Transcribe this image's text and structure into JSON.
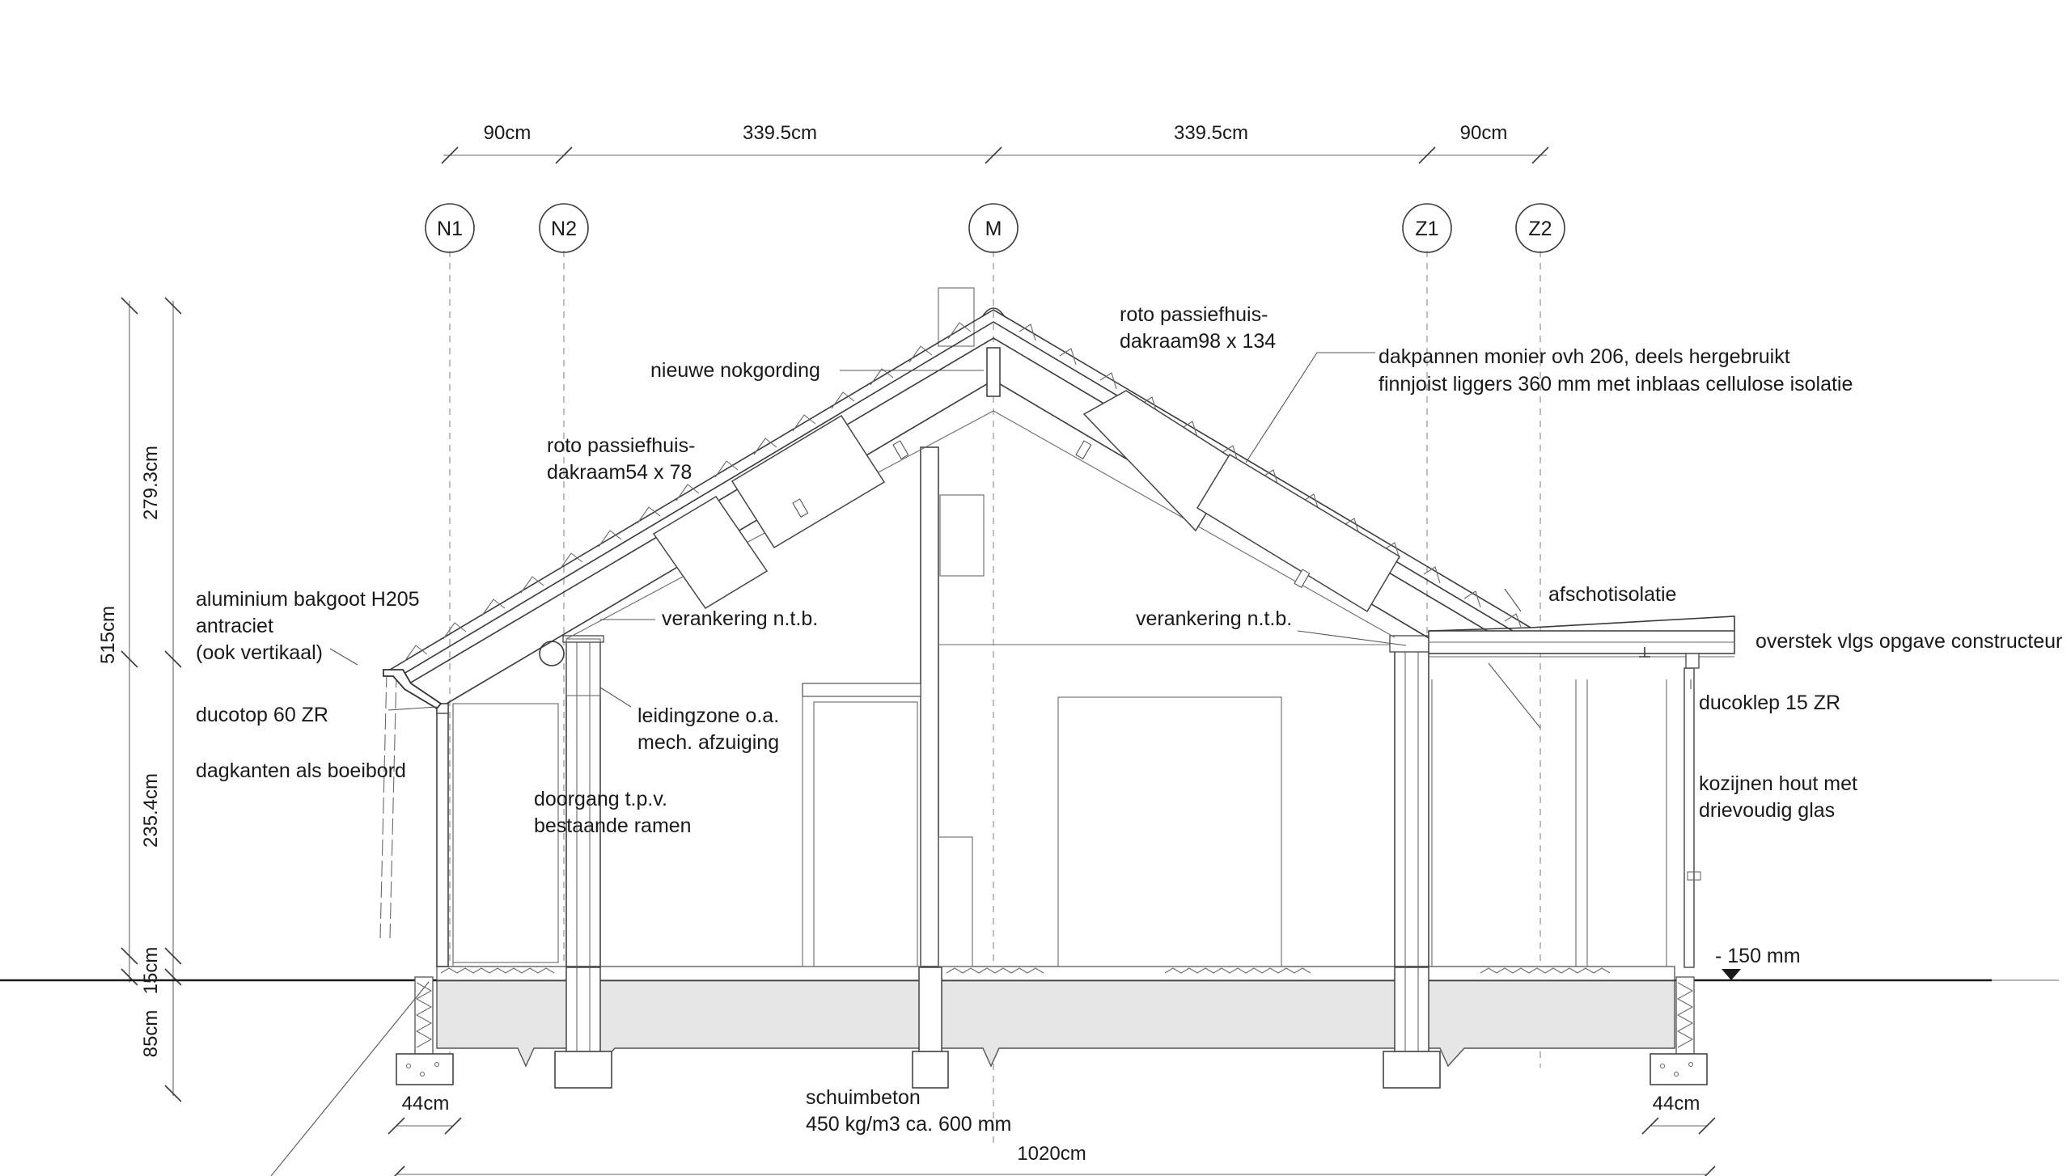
{
  "grid_labels": [
    "N1",
    "N2",
    "M",
    "Z1",
    "Z2"
  ],
  "top_dimensions": [
    "90cm",
    "339.5cm",
    "339.5cm",
    "90cm"
  ],
  "left_dimensions": {
    "total": "515cm",
    "upper": "279.3cm",
    "lower": "235.4cm",
    "floor": "15cm",
    "foundation": "85cm"
  },
  "bottom_dimensions": {
    "left": "44cm",
    "right": "44cm",
    "total": "1020cm"
  },
  "labels": {
    "roof_window_large_1": "roto passiefhuis-",
    "roof_window_large_2": "dakraam98 x 134",
    "roof_tiles_1": "dakpannen monier ovh 206, deels hergebruikt",
    "roof_tiles_2": "finnjoist liggers 360 mm met inblaas cellulose isolatie",
    "ridge_purlin": "nieuwe nokgording",
    "roof_window_small_1": "roto passiefhuis-",
    "roof_window_small_2": "dakraam54 x 78",
    "gutter_1": "aluminium bakgoot H205",
    "gutter_2": "antraciet",
    "gutter_3": "(ook vertikaal)",
    "anchoring_left": "verankering n.t.b.",
    "anchoring_right": "verankering n.t.b.",
    "slope_insulation": "afschotisolatie",
    "overhang": "overstek vlgs opgave constructeur",
    "ducotop": "ducotop 60 ZR",
    "reveals": "dagkanten als boeibord",
    "duct_zone_1": "leidingzone o.a.",
    "duct_zone_2": "mech. afzuiging",
    "passage_1": "doorgang t.p.v.",
    "passage_2": "bestaande ramen",
    "ducoklep": "ducoklep 15 ZR",
    "frames_1": "kozijnen hout met",
    "frames_2": "drievoudig glas",
    "level": "- 150 mm",
    "foam_concrete_1": "schuimbeton",
    "foam_concrete_2": "450 kg/m3 ca. 600 mm"
  }
}
